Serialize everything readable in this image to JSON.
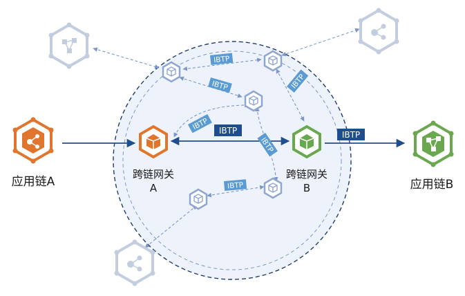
{
  "diagram": {
    "app_chain_a": {
      "label": "应用链A",
      "color": "#e0752d"
    },
    "app_chain_b": {
      "label": "应用链B",
      "color": "#6aa84f"
    },
    "gateway_a": {
      "label_line1": "跨链网关",
      "label_line2": "A",
      "color": "#e0752d"
    },
    "gateway_b": {
      "label_line1": "跨链网关",
      "label_line2": "B",
      "color": "#6aa84f"
    },
    "tags": {
      "ibtp_main_1": "IBTP",
      "ibtp_main_2": "IBTP",
      "ibtp_main_3": "IBTP",
      "ibtp_top": "IBTP",
      "ibtp_mid": "IBTP",
      "ibtp_right": "IBTP",
      "ibtp_left": "IBTP",
      "ibtp_bottom": "IBTP"
    },
    "colors": {
      "main_line": "#1f4e8c",
      "peer_node": "#8fa6cf",
      "faded_node": "#c3cde0",
      "dashed_link": "#7b97c9",
      "tag_bg": "#5a9bd4",
      "tag_bg_main": "#1f4e8c"
    }
  }
}
